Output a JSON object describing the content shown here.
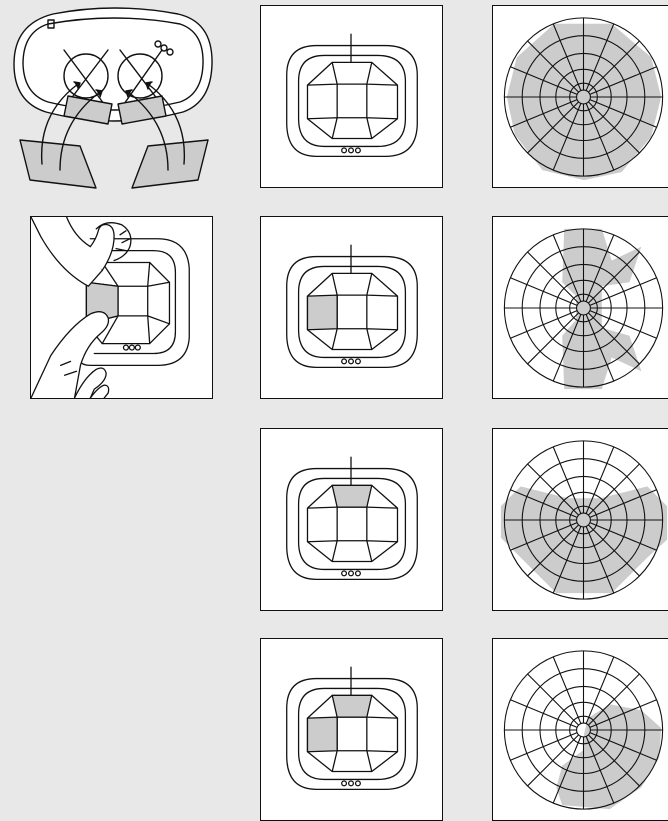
{
  "colors": {
    "background": "#e8e8e8",
    "panel": "#ffffff",
    "stroke": "#111111",
    "shade": "#cccccc"
  },
  "illustrations": {
    "top_left": "sensor-with-removable-masks",
    "hand": "hand-placing-mask-on-sensor"
  },
  "rows": [
    {
      "masked_segments": "none",
      "coverage": "full-circle"
    },
    {
      "masked_segments": "left",
      "coverage": "left-sector-reduced"
    },
    {
      "masked_segments": "top",
      "coverage": "top-sector-reduced"
    },
    {
      "masked_segments": "top-and-left",
      "coverage": "top-left-sectors-reduced"
    }
  ]
}
